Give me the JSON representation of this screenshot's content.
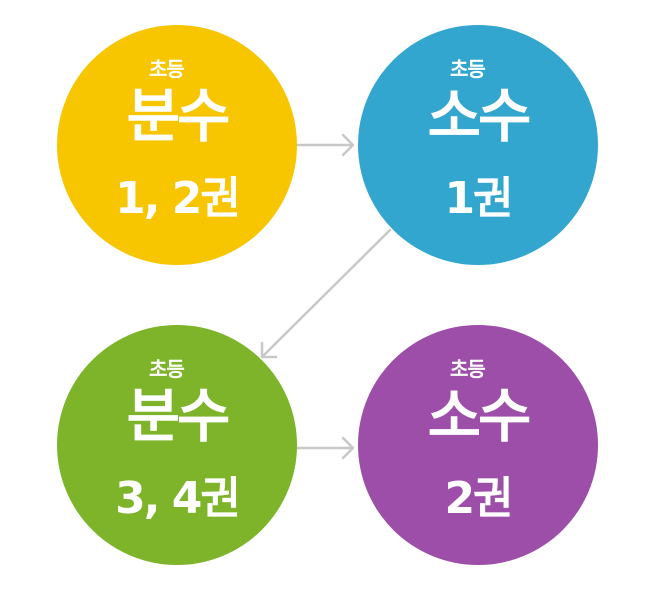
{
  "nodes": [
    {
      "small": "초등",
      "title": "분수",
      "volume": "1, 2권",
      "color": "#f7c600"
    },
    {
      "small": "초등",
      "title": "소수",
      "volume": "1권",
      "color": "#33a6cf"
    },
    {
      "small": "초등",
      "title": "분수",
      "volume": "3, 4권",
      "color": "#7db42a"
    },
    {
      "small": "초등",
      "title": "소수",
      "volume": "2권",
      "color": "#9c4ea9"
    }
  ],
  "arrow_color": "#c8c8c8"
}
